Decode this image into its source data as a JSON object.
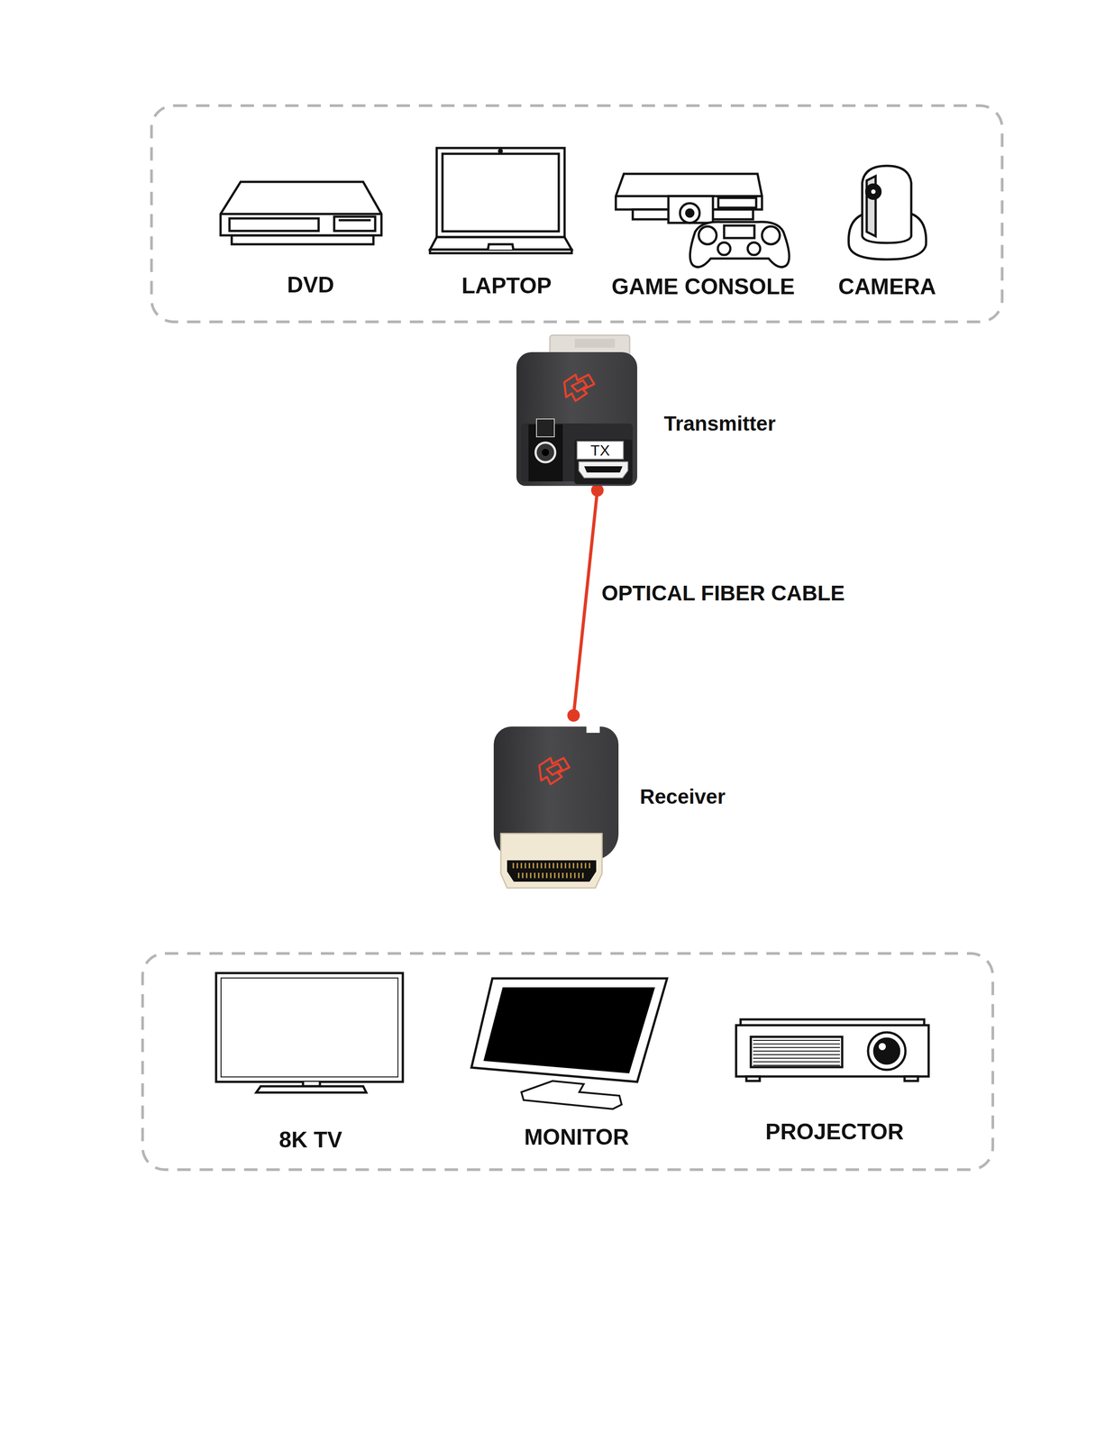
{
  "diagram": {
    "nodes": [
      {
        "text": [
          "Transmitter",
          "TX"
        ]
      },
      {
        "text": [
          "Receiver"
        ]
      }
    ],
    "edges": [
      {
        "from": 0,
        "to": 1,
        "label": "OPTICAL FIBER CABLE",
        "arrow": "none"
      }
    ],
    "labels": [
      "DVD",
      "LAPTOP",
      "GAME CONSOLE",
      "CAMERA",
      "8K TV",
      "MONITOR",
      "PROJECTOR"
    ]
  }
}
